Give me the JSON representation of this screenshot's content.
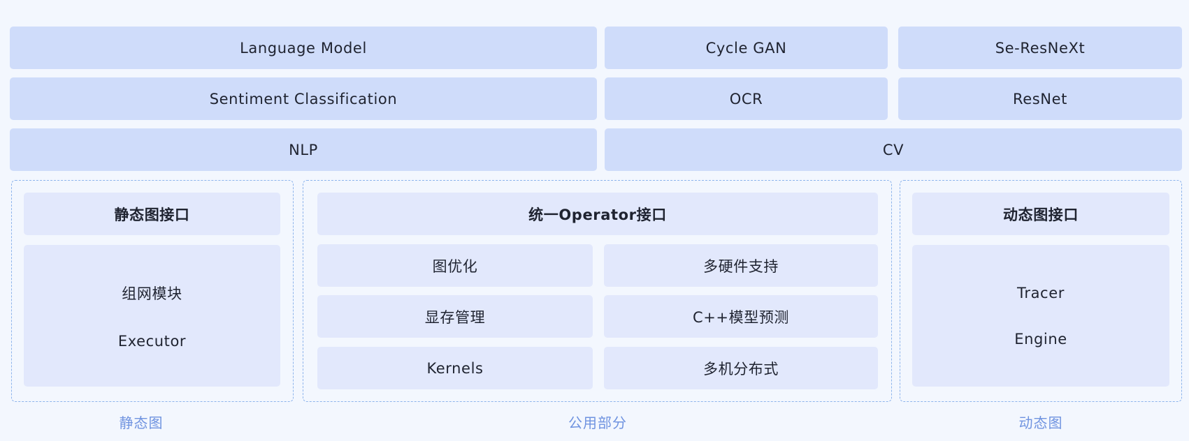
{
  "top_rows": [
    [
      "Language Model",
      "Cycle GAN",
      "Se-ResNeXt"
    ],
    [
      "Sentiment Classification",
      "OCR",
      "ResNet"
    ],
    [
      "NLP",
      "CV"
    ]
  ],
  "static_graph": {
    "interface": "静态图接口",
    "module_lines": [
      "组网模块",
      "Executor"
    ],
    "caption": "静态图"
  },
  "common": {
    "interface": "统一Operator接口",
    "items": [
      [
        "图优化",
        "多硬件支持"
      ],
      [
        "显存管理",
        "C++模型预测"
      ],
      [
        "Kernels",
        "多机分布式"
      ]
    ],
    "caption": "公用部分"
  },
  "dynamic_graph": {
    "interface": "动态图接口",
    "module_lines": [
      "Tracer",
      "Engine"
    ],
    "caption": "动态图"
  }
}
